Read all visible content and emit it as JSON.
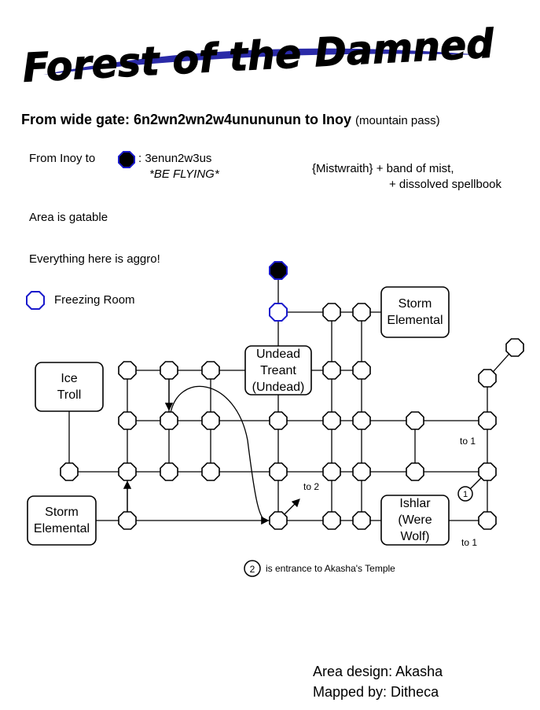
{
  "title": "Forest of the Damned",
  "route": {
    "main": "From wide gate: 6n2wn2wn2w4unununun to Inoy",
    "note": "(mountain pass)"
  },
  "from_inoy": {
    "prefix": "From Inoy to",
    "path": ": 3enun2w3us",
    "flying": "*BE FLYING*"
  },
  "mistwraith": {
    "line1": "{Mistwraith} + band of mist,",
    "line2": "+ dissolved spellbook"
  },
  "gatable": "Area is gatable",
  "aggro": "Everything here is aggro!",
  "freezing_room": "Freezing Room",
  "mobs": {
    "storm_top": [
      "Storm",
      "Elemental"
    ],
    "ice_troll": [
      "Ice",
      "Troll"
    ],
    "undead_treant": [
      "Undead",
      "Treant",
      "(Undead)"
    ],
    "storm_bottom": [
      "Storm",
      "Elemental"
    ],
    "ishlar": [
      "Ishlar",
      "(Were",
      "Wolf)"
    ]
  },
  "markers": {
    "one": "1",
    "two": "2",
    "to2": "to 2",
    "to1_upper": "to 1",
    "to1_lower": "to 1"
  },
  "legend_two": "is entrance to Akasha's Temple",
  "credits": {
    "design": "Area design: Akasha",
    "mapped": "Mapped by: Ditheca"
  },
  "colors": {
    "swoosh": "#2a2aa8",
    "freezing": "#1a1acc",
    "target": "#000000"
  }
}
